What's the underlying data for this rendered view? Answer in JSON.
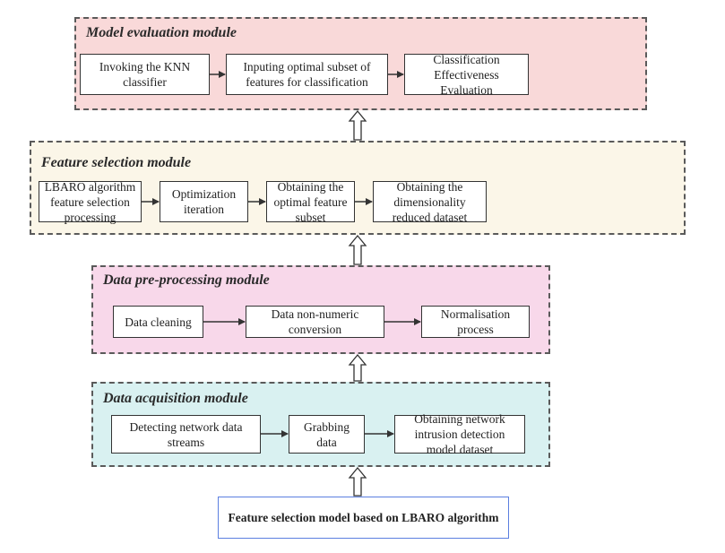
{
  "modules": [
    {
      "id": "model-evaluation",
      "title": "Model evaluation module",
      "background": "#f9d9d9",
      "steps": [
        {
          "label": "Invoking the KNN classifier"
        },
        {
          "label": "Inputing optimal subset of features for classification"
        },
        {
          "label": "Classification Effectiveness Evaluation"
        }
      ]
    },
    {
      "id": "feature-selection",
      "title": "Feature selection module",
      "background": "#fbf6e8",
      "steps": [
        {
          "label": "LBARO algorithm feature selection processing"
        },
        {
          "label": "Optimization iteration"
        },
        {
          "label": "Obtaining the optimal feature subset"
        },
        {
          "label": "Obtaining the dimensionality reduced dataset"
        }
      ]
    },
    {
      "id": "data-preprocessing",
      "title": "Data pre-processing module",
      "background": "#f8d8ea",
      "steps": [
        {
          "label": "Data cleaning"
        },
        {
          "label": "Data non-numeric conversion"
        },
        {
          "label": "Normalisation process"
        }
      ]
    },
    {
      "id": "data-acquisition",
      "title": "Data acquisition module",
      "background": "#d9f1f1",
      "steps": [
        {
          "label": "Detecting network data streams"
        },
        {
          "label": "Grabbing data"
        },
        {
          "label": "Obtaining network intrusion detection model dataset"
        }
      ]
    }
  ],
  "root": {
    "label": "Feature selection model based on LBARO algorithm",
    "border_color": "#5b7fe0"
  }
}
